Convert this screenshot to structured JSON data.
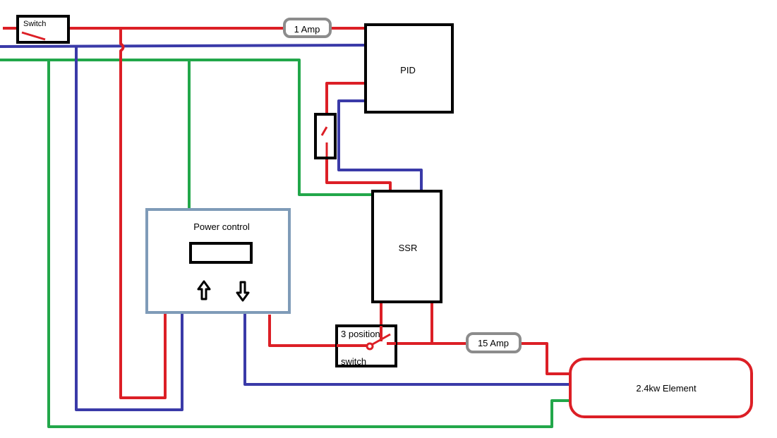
{
  "colors": {
    "live": "#dc1f26",
    "neutral": "#3a3aa8",
    "earth": "#22a74a",
    "power_control_border": "#7f9bb8",
    "fuse_border": "#8c8c8c",
    "element_border": "#dc1f26"
  },
  "labels": {
    "main_switch": "Switch",
    "fuse_small": "1 Amp",
    "pid": "PID",
    "ssr": "SSR",
    "power_control": "Power control",
    "selector_line1": "3 position",
    "selector_line2": "switch",
    "fuse_large": "15 Amp",
    "element": "2.4kw Element"
  },
  "icons": {
    "power_control_up": "up-arrow-icon",
    "power_control_down": "down-arrow-icon"
  }
}
